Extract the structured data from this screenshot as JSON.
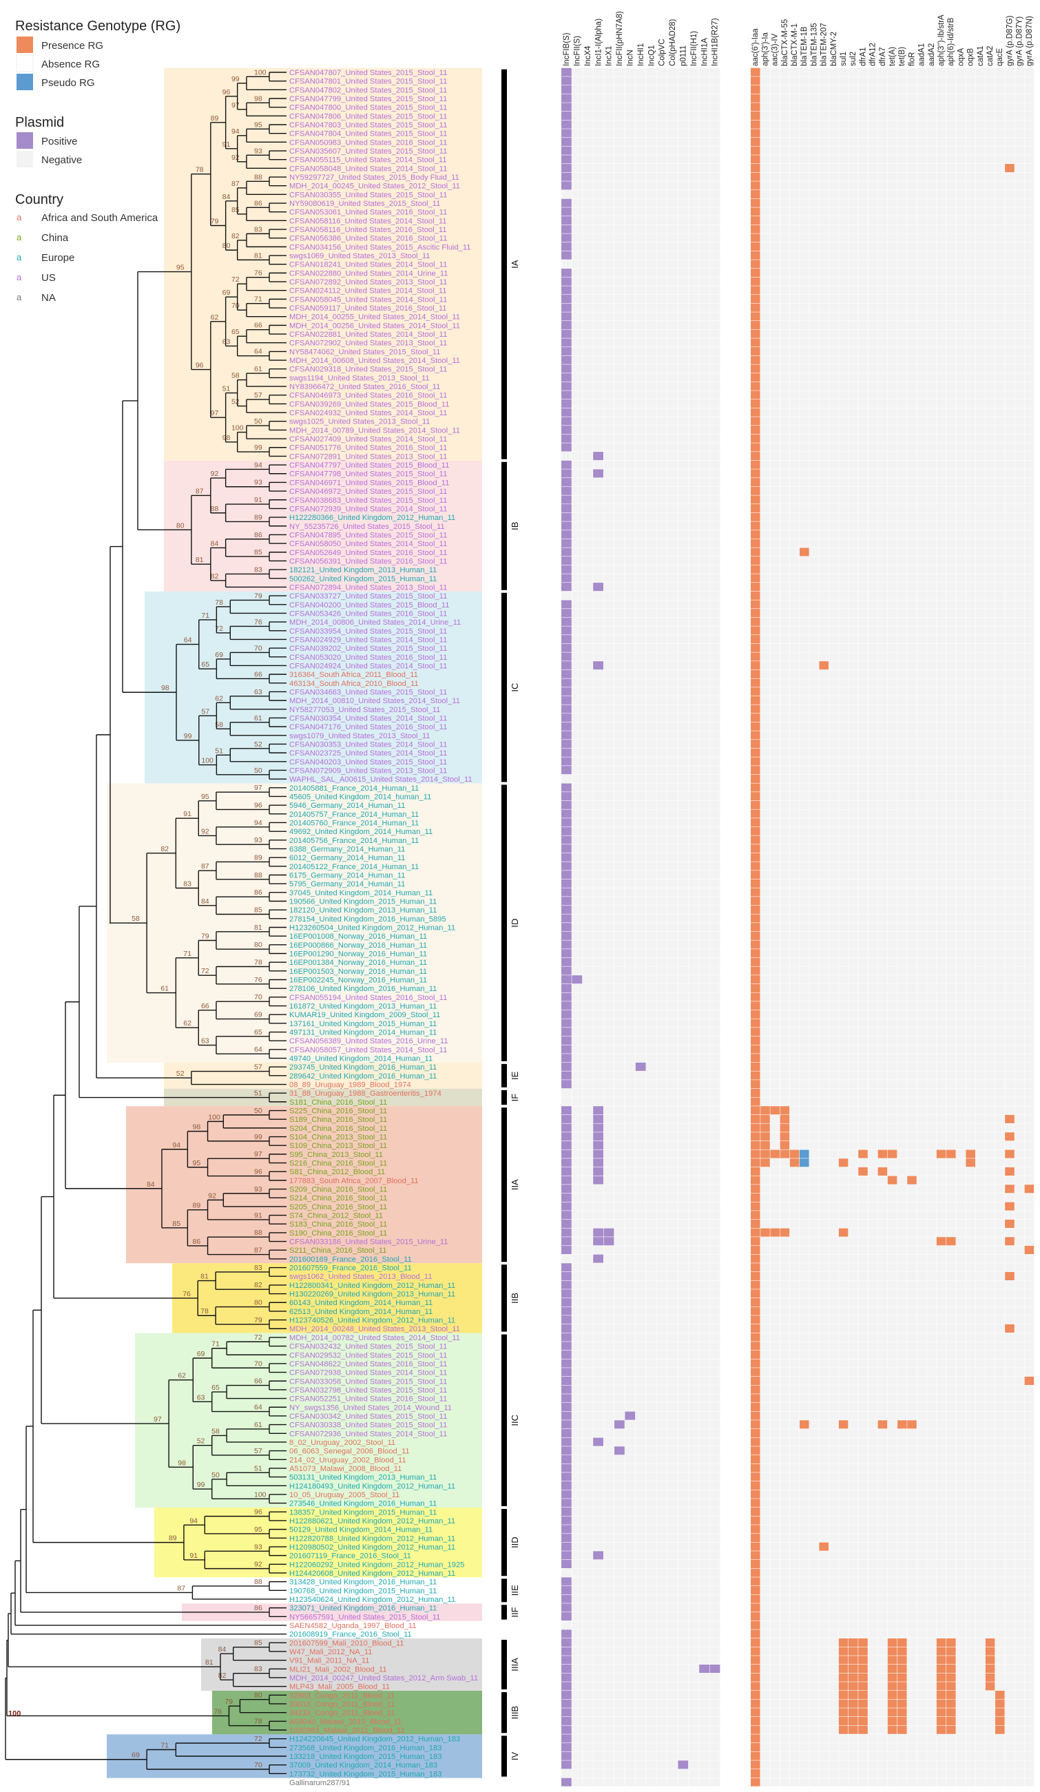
{
  "legend": {
    "resistance_title": "Resistance Genotype (RG)",
    "resistance_items": [
      {
        "label": "Presence RG",
        "color": "#ee8a5c"
      },
      {
        "label": "Absence RG",
        "color": "#ffffff"
      },
      {
        "label": "Pseudo RG",
        "color": "#5b9bd0"
      }
    ],
    "plasmid_title": "Plasmid",
    "plasmid_items": [
      {
        "label": "Positive",
        "color": "#a58bc9"
      },
      {
        "label": "Negative",
        "color": "#f3f3f3"
      }
    ],
    "country_title": "Country",
    "country_items": [
      {
        "label": "Africa and South America",
        "color": "#e0705f"
      },
      {
        "label": "China",
        "color": "#7aa21f"
      },
      {
        "label": "Europe",
        "color": "#1fa8b0"
      },
      {
        "label": "US",
        "color": "#b66fd9"
      },
      {
        "label": "NA",
        "color": "#777777"
      }
    ]
  },
  "plasmid_columns": [
    "IncFIB(S)",
    "IncFII(S)",
    "IncX4",
    "IncI1-I(Alpha)",
    "IncX1",
    "IncFII(pHN7A8)",
    "IncN",
    "IncHI1",
    "IncQ1",
    "ColpVC",
    "Col(pHAD28)",
    "p0111",
    "IncFII(H1)",
    "IncHI1A",
    "IncHI1B(R27)"
  ],
  "gene_columns": [
    "aac(6')-Iaa",
    "aph(3')-Ia",
    "aac(3)-IV",
    "blaCTX-M-55",
    "blaCTX-M-1",
    "blaTEM-1B",
    "blaTEM-135",
    "blaTEM-207",
    "blaCMY-2",
    "sul1",
    "sul2",
    "dfrA1",
    "dfrA12",
    "dfrA7",
    "tet(A)",
    "tet(B)",
    "floR",
    "aadA1",
    "aadA2",
    "aph(3'')-Ib/strA",
    "aph(6)-Id/strB",
    "oqxA",
    "oqxB",
    "catA1",
    "catA2",
    "qacE",
    "gyrA (p.D87G)",
    "gyrA (p.D87Y)",
    "gyrA (p.D87N)"
  ],
  "clades": [
    "IA",
    "IB",
    "IC",
    "ID",
    "IE",
    "IF",
    "IIA",
    "IIB",
    "IIC",
    "IID",
    "IIE",
    "IIF",
    "IIIA",
    "IIIB",
    "IV"
  ],
  "taxa": [
    {
      "n": "CFSAN047807_United States_2015_Stool_11",
      "c": "US"
    },
    {
      "n": "CFSAN047801_United States_2015_Stool_11",
      "c": "US"
    },
    {
      "n": "CFSAN047802_United States_2015_Stool_11",
      "c": "US"
    },
    {
      "n": "CFSAN047799_United States_2015_Stool_11",
      "c": "US"
    },
    {
      "n": "CFSAN047800_United States_2015_Stool_11",
      "c": "US"
    },
    {
      "n": "CFSAN047806_United States_2015_Stool_11",
      "c": "US"
    },
    {
      "n": "CFSAN047803_United States_2015_Stool_11",
      "c": "US"
    },
    {
      "n": "CFSAN047804_United States_2015_Stool_11",
      "c": "US"
    },
    {
      "n": "CFSAN050983_United States_2016_Stool_11",
      "c": "US"
    },
    {
      "n": "CFSAN035607_United States_2015_Stool_11",
      "c": "US"
    },
    {
      "n": "CFSAN055115_United States_2014_Stool_11",
      "c": "US"
    },
    {
      "n": "CFSAN058048_United States_2014_Stool_11",
      "c": "US"
    },
    {
      "n": "NY59297727_United States_2015_Body Fluid_11",
      "c": "US"
    },
    {
      "n": "MDH_2014_00245_United States_2012_Stool_11",
      "c": "US"
    },
    {
      "n": "CFSAN030355_United States_2015_Stool_11",
      "c": "US"
    },
    {
      "n": "NY59080619_United States_2015_Stool_11",
      "c": "US"
    },
    {
      "n": "CFSAN053061_United States_2016_Stool_11",
      "c": "US"
    },
    {
      "n": "CFSAN058116_United States_2014_Stool_11",
      "c": "US"
    },
    {
      "n": "CFSAN058116_United States_2016_Stool_11",
      "c": "US"
    },
    {
      "n": "CFSAN056386_United States_2016_Stool_11",
      "c": "US"
    },
    {
      "n": "CFSAN034156_United States_2015_Ascitic Fluid_11",
      "c": "US"
    },
    {
      "n": "swgs1069_United States_2013_Stool_11",
      "c": "US"
    },
    {
      "n": "CFSAN018241_United States_2014_Stool_11",
      "c": "US"
    },
    {
      "n": "CFSAN022880_United States_2014_Urine_11",
      "c": "US"
    },
    {
      "n": "CFSAN072892_United States_2013_Stool_11",
      "c": "US"
    },
    {
      "n": "CFSAN024112_United States_2014_Stool_11",
      "c": "US"
    },
    {
      "n": "CFSAN058045_United States_2014_Stool_11",
      "c": "US"
    },
    {
      "n": "CFSAN059117_United States_2016_Stool_11",
      "c": "US"
    },
    {
      "n": "MDH_2014_00255_United States_2014_Stool_11",
      "c": "US"
    },
    {
      "n": "MDH_2014_00256_United States_2014_Stool_11",
      "c": "US"
    },
    {
      "n": "CFSAN022881_United States_2014_Stool_11",
      "c": "US"
    },
    {
      "n": "CFSAN072902_United States_2013_Stool_11",
      "c": "US"
    },
    {
      "n": "NY58474062_United States_2015_Stool_11",
      "c": "US"
    },
    {
      "n": "MDH_2014_00608_United States_2014_Stool_11",
      "c": "US"
    },
    {
      "n": "CFSAN029318_United States_2015_Stool_11",
      "c": "US"
    },
    {
      "n": "swgs1194_United States_2013_Stool_11",
      "c": "US"
    },
    {
      "n": "NY83966472_United States_2016_Stool_11",
      "c": "US"
    },
    {
      "n": "CFSAN046973_United States_2016_Stool_11",
      "c": "US"
    },
    {
      "n": "CFSAN039269_United States_2015_Blood_11",
      "c": "US"
    },
    {
      "n": "CFSAN024932_United States_2014_Stool_11",
      "c": "US"
    },
    {
      "n": "swgs1025_United States_2013_Stool_11",
      "c": "US"
    },
    {
      "n": "MDH_2014_00789_United States_2014_Stool_11",
      "c": "US"
    },
    {
      "n": "CFSAN027409_United States_2014_Stool_11",
      "c": "US"
    },
    {
      "n": "CFSAN051776_United States_2016_Stool_11",
      "c": "US"
    },
    {
      "n": "CFSAN072891_United States_2013_Stool_11",
      "c": "US"
    },
    {
      "n": "CFSAN047797_United States_2015_Blood_11",
      "c": "US"
    },
    {
      "n": "CFSAN047798_United States_2015_Stool_11",
      "c": "US"
    },
    {
      "n": "CFSAN046971_United States_2015_Blood_11",
      "c": "US"
    },
    {
      "n": "CFSAN046972_United States_2015_Stool_11",
      "c": "US"
    },
    {
      "n": "CFSAN038683_United States_2015_Stool_11",
      "c": "US"
    },
    {
      "n": "CFSAN072939_United States_2014_Stool_11",
      "c": "US"
    },
    {
      "n": "H122280366_United Kingdom_2012_Human_11",
      "c": "Europe"
    },
    {
      "n": "NY_55235726_United States_2015_Stool_11",
      "c": "US"
    },
    {
      "n": "CFSAN047895_United States_2015_Stool_11",
      "c": "US"
    },
    {
      "n": "CFSAN058050_United States_2014_Stool_11",
      "c": "US"
    },
    {
      "n": "CFSAN052649_United States_2016_Stool_11",
      "c": "US"
    },
    {
      "n": "CFSAN056391_United States_2016_Stool_11",
      "c": "US"
    },
    {
      "n": "182121_United Kingdom_2013_Human_11",
      "c": "Europe"
    },
    {
      "n": "500262_United Kingdom_2015_Human_11",
      "c": "Europe"
    },
    {
      "n": "CFSAN072894_United States_2013_Stool_11",
      "c": "US"
    },
    {
      "n": "CFSAN033727_United States_2015_Stool_11",
      "c": "US"
    },
    {
      "n": "CFSAN040200_United States_2015_Blood_11",
      "c": "US"
    },
    {
      "n": "CFSAN053426_United States_2016_Stool_11",
      "c": "US"
    },
    {
      "n": "MDH_2014_00806_United States_2014_Urine_11",
      "c": "US"
    },
    {
      "n": "CFSAN033954_United States_2015_Stool_11",
      "c": "US"
    },
    {
      "n": "CFSAN024929_United States_2014_Stool_11",
      "c": "US"
    },
    {
      "n": "CFSAN039202_United States_2015_Stool_11",
      "c": "US"
    },
    {
      "n": "CFSAN053020_United States_2016_Stool_11",
      "c": "US"
    },
    {
      "n": "CFSAN024924_United States_2014_Stool_11",
      "c": "US"
    },
    {
      "n": "316364_South Africa_2011_Blood_11",
      "c": "Africa and South America"
    },
    {
      "n": "463134_South Africa_2010_Blood_11",
      "c": "Africa and South America"
    },
    {
      "n": "CFSAN034663_United States_2015_Stool_11",
      "c": "US"
    },
    {
      "n": "MDH_2014_00810_United States_2014_Stool_11",
      "c": "US"
    },
    {
      "n": "NY58277053_United States_2015_Stool_11",
      "c": "US"
    },
    {
      "n": "CFSAN030354_United States_2014_Stool_11",
      "c": "US"
    },
    {
      "n": "CFSAN047176_United States_2016_Stool_11",
      "c": "US"
    },
    {
      "n": "swgs1079_United States_2013_Stool_11",
      "c": "US"
    },
    {
      "n": "CFSAN030353_United States_2014_Stool_11",
      "c": "US"
    },
    {
      "n": "CFSAN023725_United States_2014_Stool_11",
      "c": "US"
    },
    {
      "n": "CFSAN040203_United States_2015_Stool_11",
      "c": "US"
    },
    {
      "n": "CFSAN072909_United States_2013_Stool_11",
      "c": "US"
    },
    {
      "n": "WAPHL_SAL_A00615_United States_2014_Stool_11",
      "c": "US"
    },
    {
      "n": "201405881_France_2014_Human_11",
      "c": "Europe"
    },
    {
      "n": "45605_United Kingdom_2014_human_11",
      "c": "Europe"
    },
    {
      "n": "5946_Germany_2014_Human_11",
      "c": "Europe"
    },
    {
      "n": "201405757_France_2014_Human_11",
      "c": "Europe"
    },
    {
      "n": "201405760_France_2014_Human_11",
      "c": "Europe"
    },
    {
      "n": "49692_United Kingdom_2014_Human_11",
      "c": "Europe"
    },
    {
      "n": "201405756_France_2014_Human_11",
      "c": "Europe"
    },
    {
      "n": "6388_Germany_2014_Human_11",
      "c": "Europe"
    },
    {
      "n": "6012_Germany_2014_Human_11",
      "c": "Europe"
    },
    {
      "n": "201405122_France_2014_Human_11",
      "c": "Europe"
    },
    {
      "n": "6175_Germany_2014_Human_11",
      "c": "Europe"
    },
    {
      "n": "5795_Germany_2014_Human_11",
      "c": "Europe"
    },
    {
      "n": "37045_United Kingdom_2014_Human_11",
      "c": "Europe"
    },
    {
      "n": "190566_United Kingdom_2015_Human_11",
      "c": "Europe"
    },
    {
      "n": "182120_United Kingdom_2013_Human_11",
      "c": "Europe"
    },
    {
      "n": "278154_United Kingdom_2016_Human_5895",
      "c": "Europe"
    },
    {
      "n": "H123260504_United Kingdom_2012_Human_11",
      "c": "Europe"
    },
    {
      "n": "16EP001008_Norway_2016_Human_11",
      "c": "Europe"
    },
    {
      "n": "16EP000866_Norway_2016_Human_11",
      "c": "Europe"
    },
    {
      "n": "16EP001290_Norway_2016_Human_11",
      "c": "Europe"
    },
    {
      "n": "16EP001384_Norway_2016_Human_11",
      "c": "Europe"
    },
    {
      "n": "16EP001503_Norway_2016_Human_11",
      "c": "Europe"
    },
    {
      "n": "16EP002245_Norway_2016_Human_11",
      "c": "Europe"
    },
    {
      "n": "278106_United Kingdom_2016_Human_11",
      "c": "Europe"
    },
    {
      "n": "CFSAN055194_United States_2016_Stool_11",
      "c": "US"
    },
    {
      "n": "161872_United Kingdom_2013_Human_11",
      "c": "Europe"
    },
    {
      "n": "KUMAR19_United Kingdom_2009_Stool_11",
      "c": "Europe"
    },
    {
      "n": "137161_United Kingdom_2015_Human_11",
      "c": "Europe"
    },
    {
      "n": "497131_United Kingdom_2014_Human_11",
      "c": "Europe"
    },
    {
      "n": "CFSAN056389_United States_2016_Urine_11",
      "c": "US"
    },
    {
      "n": "CFSAN058057_United States_2014_Stool_11",
      "c": "US"
    },
    {
      "n": "49740_United Kingdom_2014_Human_11",
      "c": "Europe"
    },
    {
      "n": "293745_United Kingdom_2016_Human_11",
      "c": "Europe"
    },
    {
      "n": "289642_United Kingdom_2016_Human_11",
      "c": "Europe"
    },
    {
      "n": "08_89_Uruguay_1989_Blood_1974",
      "c": "Africa and South America"
    },
    {
      "n": "31_88_Uruguay_1988_Gastroenteritis_1974",
      "c": "Africa and South America"
    },
    {
      "n": "S181_China_2016_Stool_11",
      "c": "China"
    },
    {
      "n": "S225_China_2016_Stool_11",
      "c": "China"
    },
    {
      "n": "S189_China_2016_Stool_11",
      "c": "China"
    },
    {
      "n": "S204_China_2016_Stool_11",
      "c": "China"
    },
    {
      "n": "S104_China_2013_Stool_11",
      "c": "China"
    },
    {
      "n": "S109_China_2013_Stool_11",
      "c": "China"
    },
    {
      "n": "S95_China_2013_Stool_11",
      "c": "China"
    },
    {
      "n": "S216_China_2016_Stool_11",
      "c": "China"
    },
    {
      "n": "S81_China_2012_Blood_11",
      "c": "China"
    },
    {
      "n": "177883_South Africa_2007_Blood_11",
      "c": "Africa and South America"
    },
    {
      "n": "S209_China_2016_Stool_11",
      "c": "China"
    },
    {
      "n": "S214_China_2016_Stool_11",
      "c": "China"
    },
    {
      "n": "S205_China_2016_Stool_11",
      "c": "China"
    },
    {
      "n": "S74_China_2012_Stool_11",
      "c": "China"
    },
    {
      "n": "S183_China_2016_Stool_11",
      "c": "China"
    },
    {
      "n": "S190_China_2016_Stool_11",
      "c": "China"
    },
    {
      "n": "CFSAN033186_United States_2015_Urine_11",
      "c": "US"
    },
    {
      "n": "S211_China_2016_Stool_11",
      "c": "China"
    },
    {
      "n": "201600169_France_2016_Stool_11",
      "c": "Europe"
    },
    {
      "n": "201607559_France_2016_Stool_11",
      "c": "Europe"
    },
    {
      "n": "swgs1062_United States_2013_Blood_11",
      "c": "US"
    },
    {
      "n": "H122800341_United Kingdom_2012_Human_11",
      "c": "Europe"
    },
    {
      "n": "H130220269_United Kingdom_2013_Human_11",
      "c": "Europe"
    },
    {
      "n": "60143_United Kingdom_2014_Human_11",
      "c": "Europe"
    },
    {
      "n": "62513_United Kingdom_2014_Human_11",
      "c": "Europe"
    },
    {
      "n": "H123740526_United Kingdom_2012_Human_11",
      "c": "Europe"
    },
    {
      "n": "MDH_2014_00248_United States_2013_Stool_11",
      "c": "US"
    },
    {
      "n": "MDH_2014_00782_United States_2014_Stool_11",
      "c": "US"
    },
    {
      "n": "CFSAN032432_United States_2015_Stool_11",
      "c": "US"
    },
    {
      "n": "CFSAN029532_United States_2015_Stool_11",
      "c": "US"
    },
    {
      "n": "CFSAN048622_United States_2016_Stool_11",
      "c": "US"
    },
    {
      "n": "CFSAN072938_United States_2014_Stool_11",
      "c": "US"
    },
    {
      "n": "CFSAN033058_United States_2015_Stool_11",
      "c": "US"
    },
    {
      "n": "CFSAN032798_United States_2015_Stool_11",
      "c": "US"
    },
    {
      "n": "CFSAN052251_United States_2016_Stool_11",
      "c": "US"
    },
    {
      "n": "NY_swgs1356_United States_2014_Wound_11",
      "c": "US"
    },
    {
      "n": "CFSAN030342_United States_2015_Stool_11",
      "c": "US"
    },
    {
      "n": "CFSAN030338_United States_2015_Stool_11",
      "c": "US"
    },
    {
      "n": "CFSAN072936_United States_2014_Stool_11",
      "c": "US"
    },
    {
      "n": "8_02_Uruguay_2002_Stool_11",
      "c": "Africa and South America"
    },
    {
      "n": "06_6063_Senegal_2006_Blood_11",
      "c": "Africa and South America"
    },
    {
      "n": "214_02_Uruguay_2002_Blood_11",
      "c": "Africa and South America"
    },
    {
      "n": "A51073_Malawi_2008_Blood_11",
      "c": "Africa and South America"
    },
    {
      "n": "503131_United Kingdom_2013_Human_11",
      "c": "Europe"
    },
    {
      "n": "H124180493_United Kingdom_2012_Human_11",
      "c": "Europe"
    },
    {
      "n": "10_05_Uruguay_2005_Stool_11",
      "c": "Africa and South America"
    },
    {
      "n": "273546_United Kingdom_2016_Human_11",
      "c": "Europe"
    },
    {
      "n": "138357_United Kingdom_2015_Human_11",
      "c": "Europe"
    },
    {
      "n": "H122880621_United Kingdom_2012_Human_11",
      "c": "Europe"
    },
    {
      "n": "50129_United Kingdom_2014_Human_11",
      "c": "Europe"
    },
    {
      "n": "H122820788_United Kingdom_2012_Human_11",
      "c": "Europe"
    },
    {
      "n": "H120980502_United Kingdom_2012_Human_11",
      "c": "Europe"
    },
    {
      "n": "201607119_France_2016_Stool_11",
      "c": "Europe"
    },
    {
      "n": "H122060292_United Kingdom_2012_Human_1925",
      "c": "Europe"
    },
    {
      "n": "H124420608_United Kingdom_2012_Human_11",
      "c": "Europe"
    },
    {
      "n": "313428_United Kingdom_2016_Human_11",
      "c": "Europe"
    },
    {
      "n": "190768_United Kingdom_2015_Human_11",
      "c": "Europe"
    },
    {
      "n": "H123540624_United Kingdom_2012_Human_11",
      "c": "Europe"
    },
    {
      "n": "323071_United Kingdom_2016_Human_11",
      "c": "Europe"
    },
    {
      "n": "NY56657591_United States_2015_Stool_11",
      "c": "US"
    },
    {
      "n": "SAEN4582_Uganda_1997_Blood_11",
      "c": "Africa and South America"
    },
    {
      "n": "201608919_France_2016_Stool_11",
      "c": "Europe"
    },
    {
      "n": "201607599_Mali_2010_Blood_11",
      "c": "Africa and South America"
    },
    {
      "n": "W47_Mali_2012_NA_11",
      "c": "Africa and South America"
    },
    {
      "n": "V91_Mali_2011_NA_11",
      "c": "Africa and South America"
    },
    {
      "n": "MLI21_Mali_2002_Blood_11",
      "c": "Africa and South America"
    },
    {
      "n": "MDH_2014_00247_United States_2012_Arm Swab_11",
      "c": "US"
    },
    {
      "n": "MLP43_Mali_2005_Blood_11",
      "c": "Africa and South America"
    },
    {
      "n": "32863_Congo_2011_Blood_11",
      "c": "Africa and South America"
    },
    {
      "n": "33013_Congo_2011_Blood_11",
      "c": "Africa and South America"
    },
    {
      "n": "34233_Congo_2011_Blood_11",
      "c": "Africa and South America"
    },
    {
      "n": "A59040_Malawi_2010_Blood_11",
      "c": "Africa and South America"
    },
    {
      "n": "1020983_Malawi_2011_Blood_11",
      "c": "Africa and South America"
    },
    {
      "n": "H124220645_United Kingdom_2012_Human_183",
      "c": "Europe"
    },
    {
      "n": "273568_United Kingdom_2016_Human_183",
      "c": "Europe"
    },
    {
      "n": "133218_United Kingdom_2015_Human_183",
      "c": "Europe"
    },
    {
      "n": "37009_United Kingdom_2014_Human_183",
      "c": "Europe"
    },
    {
      "n": "173732_United Kingdom_2015_Human_183",
      "c": "Europe"
    },
    {
      "n": "Gallinarum287/91",
      "c": "NA"
    }
  ],
  "bootstrap_labels": [
    "100",
    "99",
    "98",
    "97",
    "96",
    "95",
    "94",
    "93",
    "92",
    "91",
    "89",
    "88",
    "87",
    "86",
    "85",
    "84",
    "83",
    "82",
    "81",
    "80",
    "79",
    "78",
    "76",
    "72",
    "71",
    "70",
    "69",
    "66",
    "65",
    "64",
    "63",
    "62",
    "61",
    "58",
    "57",
    "52",
    "51",
    "50"
  ]
}
